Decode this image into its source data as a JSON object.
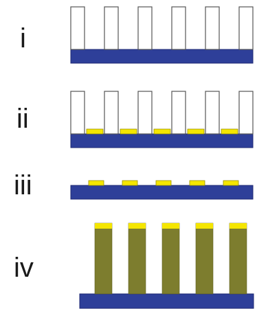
{
  "steps": [
    {
      "id": "i",
      "label": "i"
    },
    {
      "id": "ii",
      "label": "ii"
    },
    {
      "id": "iii",
      "label": "iii"
    },
    {
      "id": "iv",
      "label": "iv"
    }
  ],
  "colors": {
    "substrate": "#2e3f99",
    "substrate_edge": "#1f2a73",
    "template_wall": "#555555",
    "deposit": "#f5e600",
    "deposit_edge": "#9a9000",
    "rod": "#7d7d2e",
    "rod_edge": "#5e5e20"
  },
  "icons": {
    "template": "porous-template-icon",
    "substrate": "substrate-icon",
    "deposit": "catalyst-deposit-icon",
    "rod": "nanorod-icon"
  }
}
